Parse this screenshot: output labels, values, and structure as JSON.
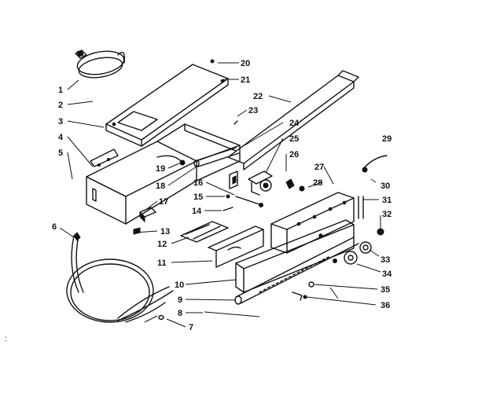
{
  "diagram": {
    "callouts": {
      "c1": "1",
      "c2": "2",
      "c3": "3",
      "c4": "4",
      "c5": "5",
      "c6": "6",
      "c7": "7",
      "c8": "8",
      "c9": "9",
      "c10": "10",
      "c11": "11",
      "c12": "12",
      "c13": "13",
      "c14": "14",
      "c15": "15",
      "c16": "16",
      "c17": "17",
      "c18": "18",
      "c19": "19",
      "c20": "20",
      "c21": "21",
      "c22": "22",
      "c23": "23",
      "c24": "24",
      "c25": "25",
      "c26": "26",
      "c27": "27",
      "c28": "28",
      "c29": "29",
      "c30": "30",
      "c31": "31",
      "c32": "32",
      "c33": "33",
      "c34": "34",
      "c35": "35",
      "c36": "36"
    },
    "edge_mark": ":"
  }
}
